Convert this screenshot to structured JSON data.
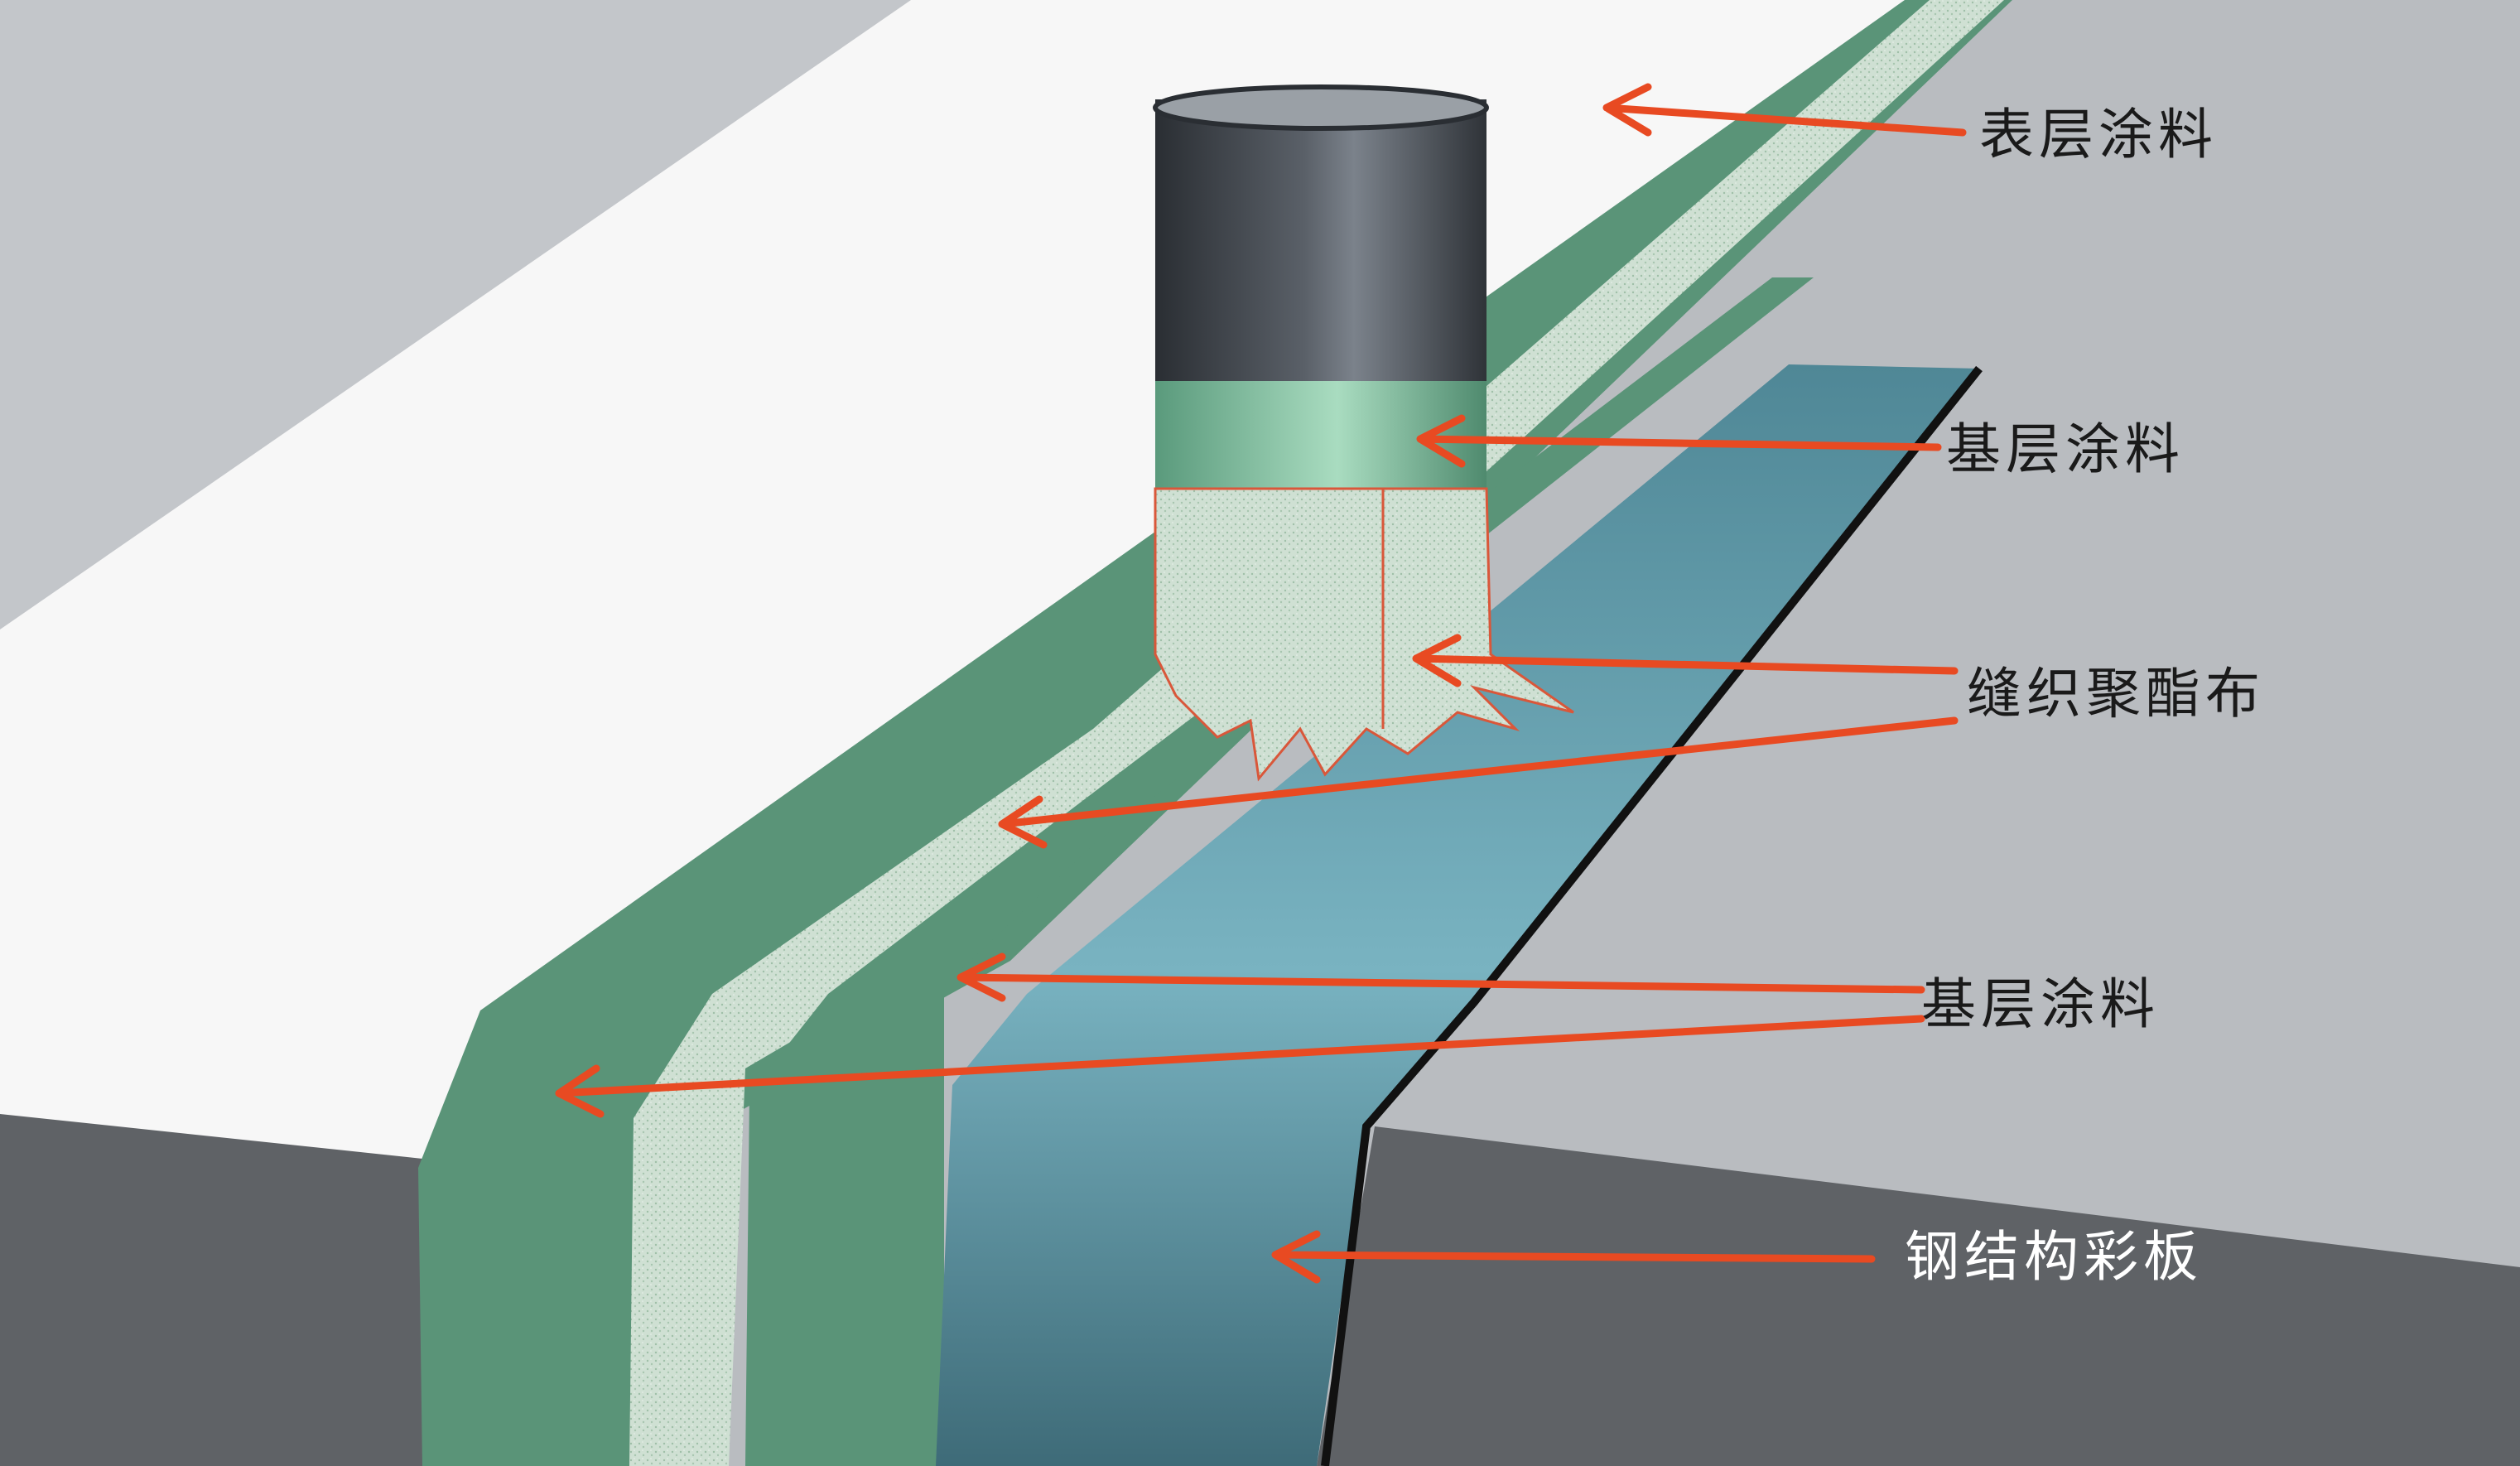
{
  "labels": {
    "top_coating": "表层涂料",
    "base_coating_upper": "基层涂料",
    "polyester_fabric": "缝织聚酯布",
    "base_coating_lower": "基层涂料",
    "steel_panel": "钢结构彩板"
  },
  "colors": {
    "arrow": "#e84a22",
    "green_coating": "#5a9478",
    "fabric": "#c9dccd",
    "steel_blue": "#5f95a3",
    "pipe_dark": "#3d4247",
    "roof_white": "#f7f7f7",
    "roof_grey": "#b9bcc0",
    "wall_dark": "#5f6266"
  }
}
